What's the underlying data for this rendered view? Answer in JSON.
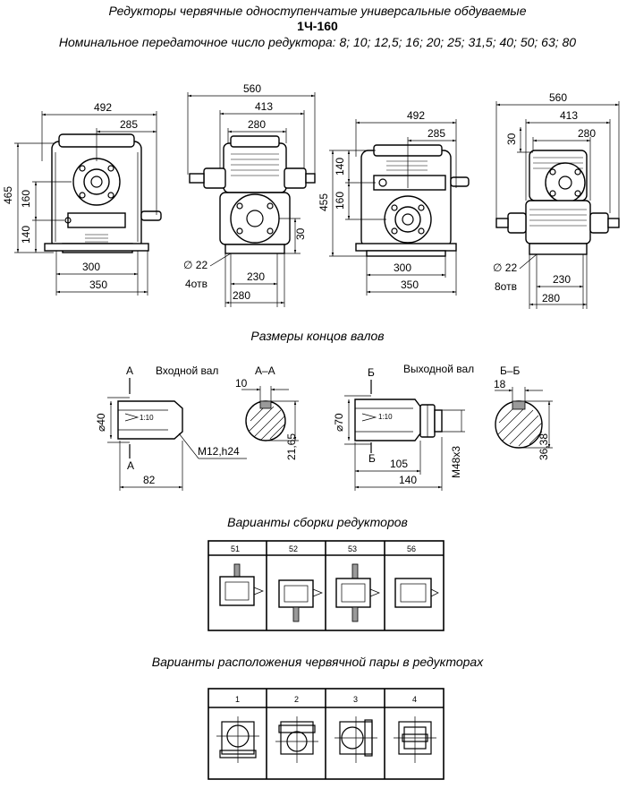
{
  "header": {
    "line1": "Редукторы червячные одноступенчатые универсальные обдуваемые",
    "model": "1Ч-160",
    "line3": "Номинальное передаточное число редуктора: 8; 10; 12,5; 16; 20; 25; 31,5; 40; 50; 63; 80"
  },
  "views": {
    "v1": {
      "w492": "492",
      "w285": "285",
      "h465": "465",
      "h160": "160",
      "h140": "140",
      "w300": "300",
      "w350": "350"
    },
    "v2": {
      "w560": "560",
      "w413": "413",
      "w280": "280",
      "h30": "30",
      "d22": "∅ 22",
      "holes": "4отв",
      "w230": "230",
      "w280b": "280"
    },
    "v3": {
      "w492": "492",
      "w285": "285",
      "h140": "140",
      "h455": "455",
      "h160": "160",
      "w300": "300",
      "w350": "350"
    },
    "v4": {
      "w560": "560",
      "w413": "413",
      "h30": "30",
      "w280": "280",
      "d22": "∅ 22",
      "holes": "8отв",
      "w230": "230",
      "w280b": "280"
    }
  },
  "shaft_section": {
    "title": "Размеры концов валов",
    "input": {
      "label": "Входной вал",
      "section": "А–А",
      "letter": "А",
      "dia": "⌀40",
      "taper": "1:10",
      "thread": "M12,h24",
      "len": "82",
      "key": "10",
      "depth": "21,65"
    },
    "output": {
      "label": "Выходной вал",
      "section": "Б–Б",
      "letter": "Б",
      "dia": "⌀70",
      "taper": "1:10",
      "thread": "M48x3",
      "len1": "105",
      "len2": "140",
      "key": "18",
      "depth": "36,38"
    }
  },
  "assembly": {
    "title": "Варианты сборки редукторов",
    "variants": [
      "51",
      "52",
      "53",
      "56"
    ]
  },
  "worm": {
    "title": "Варианты расположения червячной пары в редукторах",
    "variants": [
      "1",
      "2",
      "3",
      "4"
    ]
  },
  "colors": {
    "ink": "#000000",
    "paper": "#ffffff",
    "hatch": "#9a9a9a"
  }
}
